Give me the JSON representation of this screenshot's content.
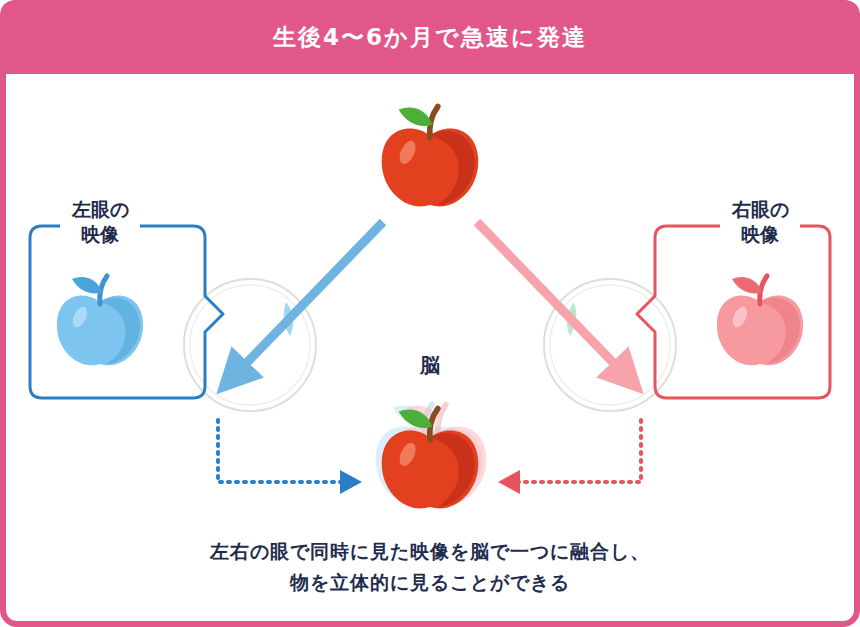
{
  "diagram": {
    "title": "生後4〜6か月で急速に発達",
    "caption": "左右の眼で同時に見た映像を脳で一つに融合し、物を立体的に見ることができる",
    "nodes": [
      {
        "text": [
          "左眼の 映像"
        ]
      },
      {
        "text": [
          "右眼の 映像"
        ]
      }
    ],
    "labels": [
      "脳"
    ]
  }
}
